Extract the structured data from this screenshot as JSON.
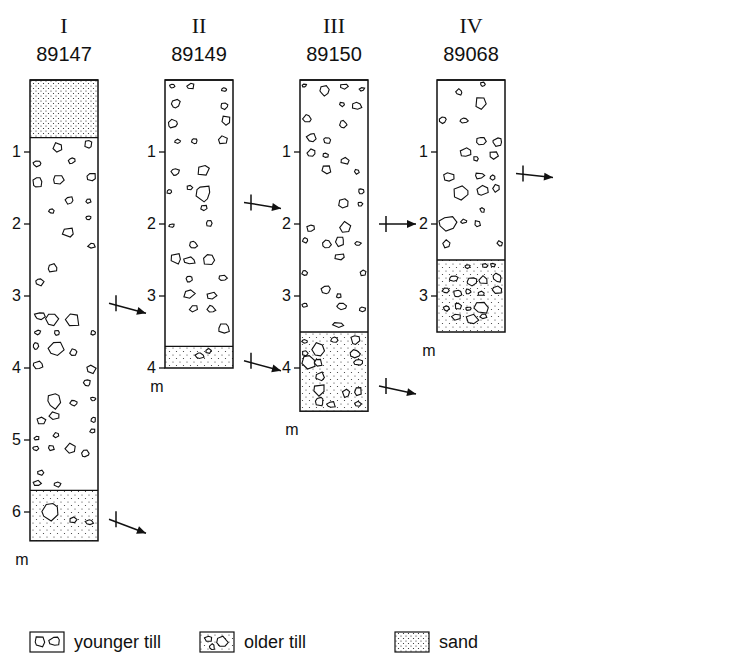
{
  "diagram": {
    "nodes": [
      {
        "text": [
          "I",
          "89147"
        ]
      },
      {
        "text": [
          "II",
          "89149"
        ]
      },
      {
        "text": [
          "III",
          "89150"
        ]
      },
      {
        "text": [
          "IV",
          "89068"
        ]
      }
    ],
    "labels": [
      "1",
      "2",
      "3",
      "4",
      "5",
      "6",
      "m",
      "1",
      "2",
      "3",
      "4",
      "m",
      "1",
      "2",
      "3",
      "4",
      "m",
      "1",
      "2",
      "3",
      "m"
    ],
    "legend": [
      {
        "text": "younger till"
      },
      {
        "text": "older till"
      },
      {
        "text": "sand"
      }
    ]
  }
}
